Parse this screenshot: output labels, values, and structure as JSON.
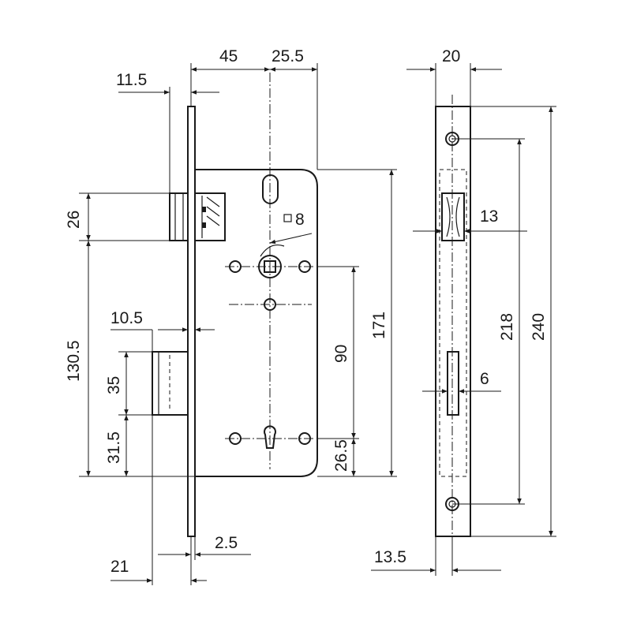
{
  "dimensions": {
    "d_11_5": "11.5",
    "d_45": "45",
    "d_25_5": "25.5",
    "d_20": "20",
    "d_26": "26",
    "d_8": "8",
    "d_13": "13",
    "d_10_5": "10.5",
    "d_130_5": "130.5",
    "d_35": "35",
    "d_31_5": "31.5",
    "d_90": "90",
    "d_171": "171",
    "d_218": "218",
    "d_240": "240",
    "d_6": "6",
    "d_26_5": "26.5",
    "d_2_5": "2.5",
    "d_21": "21",
    "d_13_5": "13.5"
  }
}
